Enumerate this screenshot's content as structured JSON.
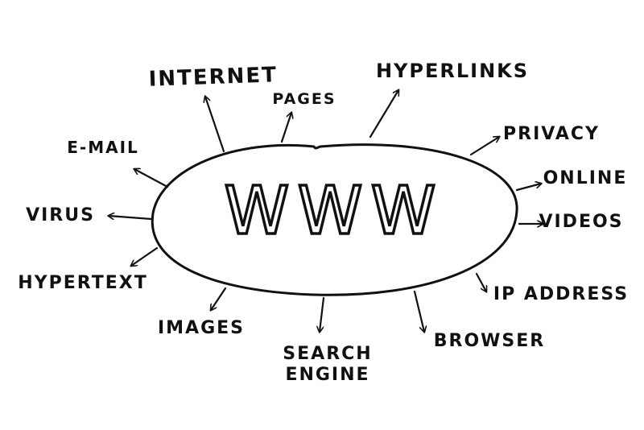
{
  "center": {
    "label": "WWW"
  },
  "nodes": [
    {
      "id": "internet",
      "lines": [
        "INTERNET"
      ]
    },
    {
      "id": "pages",
      "lines": [
        "PAGES"
      ]
    },
    {
      "id": "hyperlinks",
      "lines": [
        "HYPERLINKS"
      ]
    },
    {
      "id": "privacy",
      "lines": [
        "PRIVACY"
      ]
    },
    {
      "id": "online",
      "lines": [
        "ONLINE"
      ]
    },
    {
      "id": "videos",
      "lines": [
        "VIDEOS"
      ]
    },
    {
      "id": "ip-address",
      "lines": [
        "IP ADDRESS"
      ]
    },
    {
      "id": "browser",
      "lines": [
        "BROWSER"
      ]
    },
    {
      "id": "search-engine",
      "lines": [
        "SEARCH",
        "ENGINE"
      ]
    },
    {
      "id": "images",
      "lines": [
        "IMAGES"
      ]
    },
    {
      "id": "hypertext",
      "lines": [
        "HYPERTEXT"
      ]
    },
    {
      "id": "virus",
      "lines": [
        "VIRUS"
      ]
    },
    {
      "id": "e-mail",
      "lines": [
        "E-MAIL"
      ]
    }
  ],
  "colors": {
    "ink": "#111111",
    "background": "#ffffff"
  }
}
